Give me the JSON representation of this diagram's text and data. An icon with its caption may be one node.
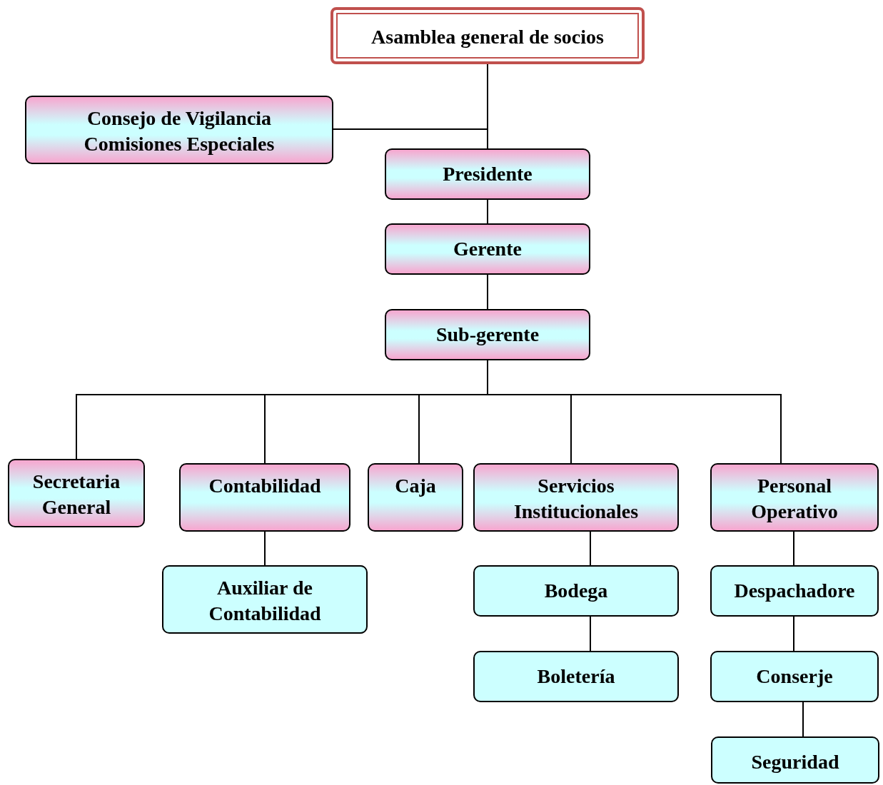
{
  "diagram": {
    "nodes": [
      {
        "text": [
          "Asamblea general de socios"
        ]
      },
      {
        "text": [
          "Consejo de Vigilancia Comisiones Especiales"
        ]
      },
      {
        "text": [
          "Presidente"
        ]
      },
      {
        "text": [
          "Gerente"
        ]
      },
      {
        "text": [
          "Sub-gerente"
        ]
      },
      {
        "text": [
          "Secretaria General"
        ]
      },
      {
        "text": [
          "Contabilidad"
        ]
      },
      {
        "text": [
          "Caja"
        ]
      },
      {
        "text": [
          "Servicios Institucionales"
        ]
      },
      {
        "text": [
          "Personal Operativo"
        ]
      },
      {
        "text": [
          "Auxiliar de Contabilidad"
        ]
      },
      {
        "text": [
          "Bodega"
        ]
      },
      {
        "text": [
          "Boletería"
        ]
      },
      {
        "text": [
          "Despachadore"
        ]
      },
      {
        "text": [
          "Conserje"
        ]
      },
      {
        "text": [
          "Seguridad"
        ]
      }
    ],
    "edges": [
      {
        "from": 0,
        "to": 1,
        "arrow": "none"
      },
      {
        "from": 0,
        "to": 2,
        "arrow": "none"
      },
      {
        "from": 2,
        "to": 3,
        "arrow": "none"
      },
      {
        "from": 3,
        "to": 4,
        "arrow": "none"
      },
      {
        "from": 4,
        "to": 5,
        "arrow": "none"
      },
      {
        "from": 4,
        "to": 6,
        "arrow": "none"
      },
      {
        "from": 4,
        "to": 7,
        "arrow": "none"
      },
      {
        "from": 4,
        "to": 8,
        "arrow": "none"
      },
      {
        "from": 4,
        "to": 9,
        "arrow": "none"
      },
      {
        "from": 6,
        "to": 10,
        "arrow": "none"
      },
      {
        "from": 8,
        "to": 11,
        "arrow": "none"
      },
      {
        "from": 11,
        "to": 12,
        "arrow": "none"
      },
      {
        "from": 9,
        "to": 13,
        "arrow": "none"
      },
      {
        "from": 13,
        "to": 14,
        "arrow": "none"
      },
      {
        "from": 14,
        "to": 15,
        "arrow": "none"
      }
    ]
  }
}
